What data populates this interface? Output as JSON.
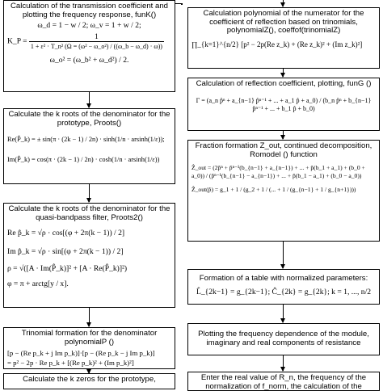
{
  "left": {
    "b1": {
      "title": "Calculation of the transmission coefficient and plotting the frequency response, funK()",
      "f1": "ω_d = 1 − w / 2;  ω_v = 1 + w / 2;",
      "f2_lhs": "K_P =",
      "f2_rhs": "1 + ε² · T_n² (Ω = (ω² − ω_o²) / ((ω_b − ω_d) · ω))",
      "f3": "ω_o² = (ω_b² + ω_d²) / 2."
    },
    "b2": {
      "title": "Calculate the k roots of the denominator for the prototype, Proots()",
      "f1": "Re(P̂_k) = ± sin(π · (2k − 1) / 2n) · sinh(1/n · arsinh(1/ε));",
      "f2": "Im(P̂_k) = cos(π · (2k − 1) / 2n) · cosh(1/n · arsinh(1/ε))"
    },
    "b3": {
      "title": "Calculate the k roots of the denominator for the quasi-bandpass filter, Proots2()",
      "f1": "Re p̂_k = √ρ · cos[(φ + 2π(k − 1)) / 2]",
      "f2": "Im p̂_k = √ρ · sin[(φ + 2π(k − 1)) / 2]",
      "f3": "ρ = √([A · Im(P̂_k)]² + [A · Re(P̂_k)]²)",
      "f4": "φ = π + arctg[y / x]."
    },
    "b4": {
      "title": "Trinomial formation for the denominator polynomialP ()",
      "f1": "[p − (Re p_k + j Im p_k)]·[p − (Re p_k − j Im p_k)]",
      "f2": "= p² − 2p · Re p_k + [(Re p_k)² + (Im p_k)²]"
    },
    "b5": {
      "title": "Calculate the k zeros for the prototype,"
    }
  },
  "right": {
    "b1": {
      "title": "Calculation polynomial of the numerator for the coefficient of reflection based on trinomials, polynomialZ(), coeffof(trinomialZ)",
      "f1": "∏_{k=1}^{n/2} [p² − 2p(Re z_k) + (Re z_k)² + (Im z_k)²]"
    },
    "b2": {
      "title": "Calculation of reflection coefficient, plotting, funG ()",
      "f1": "Γ = (a_n p̂ⁿ + a_{n−1} p̂ⁿ⁻¹ + ... + a_1 p̂ + a_0) / (b_n p̂ⁿ + b_{n−1} p̂ⁿ⁻¹ + ... + b_1 p̂ + b_0)"
    },
    "b3": {
      "title": "Fraction formation Z_out, continued decomposition, Romodel () function",
      "f1": "Ẑ_out = (2p̂ⁿ + p̂ⁿ⁻¹(b_{n−1} + a_{n−1}) + ... + p̂(b_1 + a_1) + (b_0 + a_0)) / (p̂ⁿ⁻¹(b_{n−1} − a_{n−1}) + ... + p̂(b_1 − a_1) + (b_0 − a_0))",
      "f2": "Ẑ_out(p̂) = g_1 + 1 / (g_2 + 1 / (... + 1 / (g_{n−1} + 1 / g_{n+1})))"
    },
    "b4": {
      "title": "Formation of a table with normalized parameters:",
      "f1": "L̂_{2k−1} = g_{2k−1};   Ĉ_{2k} = g_{2k};   k = 1, ..., n/2"
    },
    "b5": {
      "title": "Plotting the frequency dependence of the module, imaginary and real components of resistance"
    },
    "b6": {
      "title": "Enter the real value of R_n, the frequency of the normalization of f_norm, the calculation of the denormalized values of the elements"
    }
  }
}
